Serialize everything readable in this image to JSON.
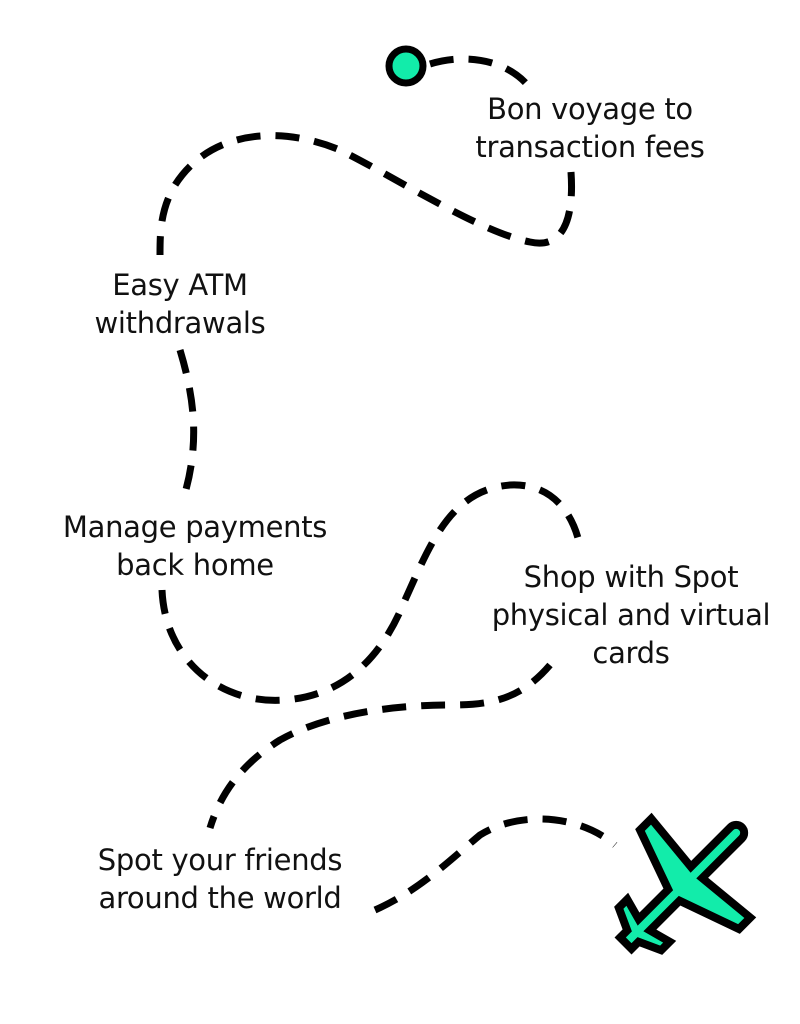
{
  "theme": {
    "accent": "#12ECAA",
    "stroke": "#000000",
    "text": "#111111",
    "background": "#FFFFFF"
  },
  "journey": {
    "start_marker": "start-dot-icon",
    "end_marker": "airplane-icon",
    "steps": [
      {
        "id": "bon-voyage",
        "lines": [
          "Bon voyage to",
          "transaction fees"
        ]
      },
      {
        "id": "atm",
        "lines": [
          "Easy ATM",
          "withdrawals"
        ]
      },
      {
        "id": "manage",
        "lines": [
          "Manage payments",
          "back home"
        ]
      },
      {
        "id": "shop",
        "lines": [
          "Shop with Spot",
          "physical and virtual",
          "cards"
        ]
      },
      {
        "id": "spot-friends",
        "lines": [
          "Spot your friends",
          "around the world"
        ]
      }
    ]
  }
}
